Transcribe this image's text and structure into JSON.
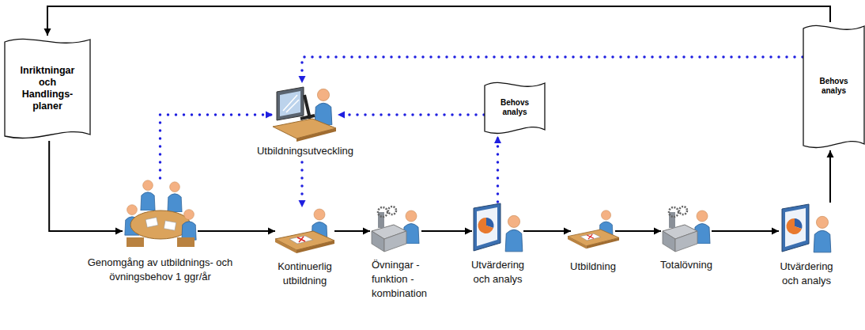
{
  "diagram": {
    "nodes": [
      {
        "text": [
          "Inriktningar och Handlings- planer"
        ]
      },
      {
        "text": [
          "Utbildningsutveckling"
        ]
      },
      {
        "text": [
          "Behovs analys"
        ]
      },
      {
        "text": [
          "Behovs analys"
        ]
      },
      {
        "text": [
          "Genomgång av utbildnings- och övningsbehov 1 ggr/år"
        ]
      },
      {
        "text": [
          "Kontinuerlig utbildning"
        ]
      },
      {
        "text": [
          "Övningar - funktion - kombination"
        ]
      },
      {
        "text": [
          "Utvärdering och analys"
        ]
      },
      {
        "text": [
          "Utbildning"
        ]
      },
      {
        "text": [
          "Totalövning"
        ]
      },
      {
        "text": [
          "Utvärdering och analys"
        ]
      }
    ],
    "edges": [
      {
        "from": 0,
        "to": 4,
        "arrow": "to"
      },
      {
        "from": 4,
        "to": 5,
        "arrow": "to"
      },
      {
        "from": 5,
        "to": 6,
        "arrow": "to"
      },
      {
        "from": 6,
        "to": 7,
        "arrow": "to"
      },
      {
        "from": 7,
        "to": 8,
        "arrow": "to"
      },
      {
        "from": 8,
        "to": 9,
        "arrow": "to"
      },
      {
        "from": 9,
        "to": 10,
        "arrow": "to"
      },
      {
        "from": 10,
        "to": 3,
        "arrow": "to"
      },
      {
        "from": 3,
        "to": 0,
        "arrow": "to"
      },
      {
        "from": 4,
        "to": 1,
        "arrow": "to"
      },
      {
        "from": 1,
        "to": 5,
        "arrow": "to"
      },
      {
        "from": 7,
        "to": 2,
        "arrow": "to"
      },
      {
        "from": 2,
        "to": 1,
        "arrow": "to"
      },
      {
        "from": 3,
        "to": 1,
        "arrow": "to"
      }
    ]
  }
}
